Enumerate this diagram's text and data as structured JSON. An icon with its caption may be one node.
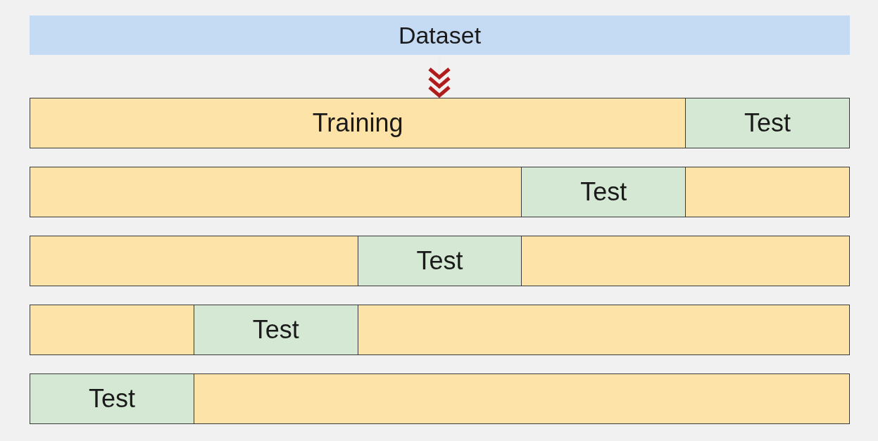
{
  "diagram": {
    "nodes": [
      {
        "text": [
          "Dataset"
        ]
      },
      {
        "text": [
          "Training"
        ]
      },
      {
        "text": [
          "Test"
        ]
      },
      {
        "text": [],
        "shape": "box"
      },
      {
        "text": [
          "Test"
        ]
      },
      {
        "text": [],
        "shape": "box"
      },
      {
        "text": [],
        "shape": "box"
      },
      {
        "text": [
          "Test"
        ]
      },
      {
        "text": [],
        "shape": "box"
      },
      {
        "text": [],
        "shape": "box"
      },
      {
        "text": [
          "Test"
        ]
      },
      {
        "text": [],
        "shape": "box"
      },
      {
        "text": [
          "Test"
        ]
      },
      {
        "text": [],
        "shape": "box"
      }
    ],
    "edges": [
      {
        "from": 0,
        "to": 1,
        "arrow": "to"
      }
    ]
  }
}
